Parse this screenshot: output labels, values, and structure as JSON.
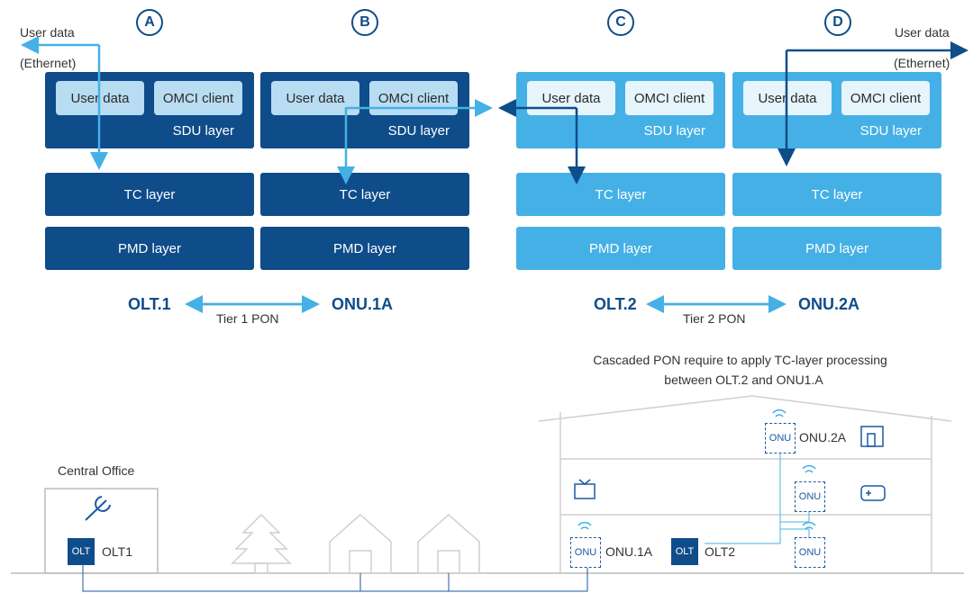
{
  "circles": [
    "A",
    "B",
    "C",
    "D"
  ],
  "user_data_left": "User data",
  "ethernet_left": "(Ethernet)",
  "user_data_right": "User data",
  "ethernet_right": "(Ethernet)",
  "stacks": [
    {
      "user_data": "User data",
      "omci": "OMCI client",
      "sdu": "SDU layer",
      "tc": "TC layer",
      "pmd": "PMD layer"
    },
    {
      "user_data": "User data",
      "omci": "OMCI client",
      "sdu": "SDU layer",
      "tc": "TC layer",
      "pmd": "PMD layer"
    },
    {
      "user_data": "User data",
      "omci": "OMCI client",
      "sdu": "SDU layer",
      "tc": "TC layer",
      "pmd": "PMD layer"
    },
    {
      "user_data": "User data",
      "omci": "OMCI client",
      "sdu": "SDU layer",
      "tc": "TC layer",
      "pmd": "PMD layer"
    }
  ],
  "tier1": {
    "left": "OLT.1",
    "right": "ONU.1A",
    "label": "Tier 1 PON"
  },
  "tier2": {
    "left": "OLT.2",
    "right": "ONU.2A",
    "label": "Tier 2 PON"
  },
  "note_line1": "Cascaded PON require to apply TC-layer processing",
  "note_line2": "between OLT.2 and ONU1.A",
  "central_office": "Central Office",
  "devices": {
    "olt": "OLT",
    "onu": "ONU",
    "olt1": "OLT1",
    "olt2": "OLT2",
    "onu1a": "ONU.1A",
    "onu2a": "ONU.2A"
  },
  "colors": {
    "dark": "#0f4c8a",
    "light": "#45b0e5",
    "arrow": "#45b0e5"
  }
}
